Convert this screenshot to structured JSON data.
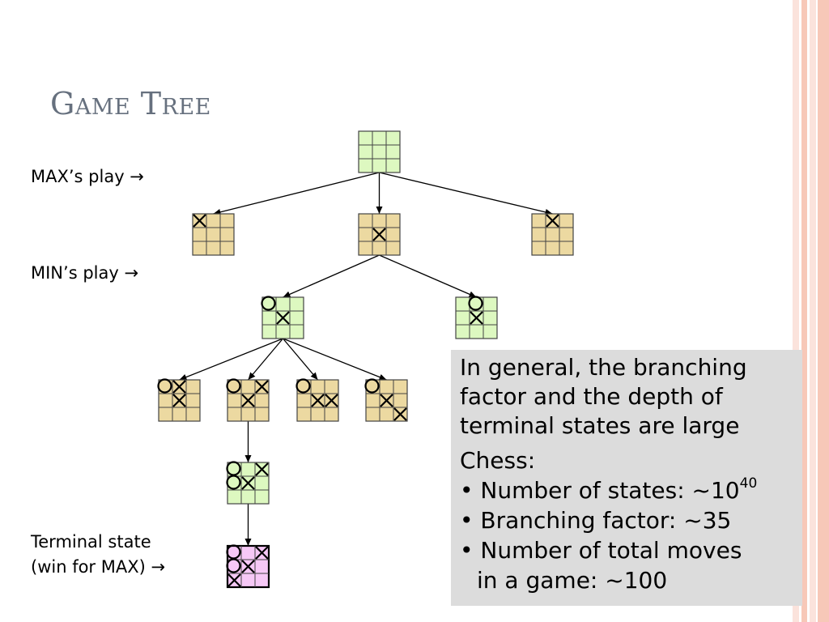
{
  "slide": {
    "title": "Game Tree"
  },
  "labels": {
    "max_play": "MAX’s play →",
    "min_play": "MIN’s play →",
    "terminal_line1": "Terminal state",
    "terminal_line2": "(win for MAX) →"
  },
  "info": {
    "para1_line1": "In general, the branching",
    "para1_line2": "factor and the depth of",
    "para1_line3": "terminal states are large",
    "chess_heading": "Chess:",
    "states_prefix": "• Number of states: ~10",
    "states_exponent": "40",
    "branching": "• Branching factor: ~35",
    "moves_line1": "• Number of total moves",
    "moves_line2": "in a game: ~100"
  },
  "colors": {
    "max_board_fill": "#ddf8c0",
    "min_board_fill": "#ecd9a1",
    "terminal_board_fill": "#f6c8f6",
    "board_line": "#444444",
    "title_color": "#66707e",
    "info_box_bg": "#dcdcdc",
    "stripe_light": "#fbe3dc",
    "stripe_mid": "#f7c8b8"
  },
  "boards": [
    {
      "id": "root",
      "fill": "max",
      "cells": [
        "",
        "",
        "",
        "",
        "",
        "",
        "",
        "",
        ""
      ]
    },
    {
      "id": "l1-left",
      "fill": "min",
      "cells": [
        "X",
        "",
        "",
        "",
        "",
        "",
        "",
        "",
        ""
      ]
    },
    {
      "id": "l1-center",
      "fill": "min",
      "cells": [
        "",
        "",
        "",
        "",
        "X",
        "",
        "",
        "",
        ""
      ]
    },
    {
      "id": "l1-right",
      "fill": "min",
      "cells": [
        "",
        "X",
        "",
        "",
        "",
        "",
        "",
        "",
        ""
      ]
    },
    {
      "id": "l2-left",
      "fill": "max",
      "cells": [
        "O",
        "",
        "",
        "",
        "X",
        "",
        "",
        "",
        ""
      ]
    },
    {
      "id": "l2-right",
      "fill": "max",
      "cells": [
        "",
        "O",
        "",
        "",
        "X",
        "",
        "",
        "",
        ""
      ]
    },
    {
      "id": "l3-a",
      "fill": "min",
      "cells": [
        "O",
        "X",
        "",
        "",
        "X",
        "",
        "",
        "",
        ""
      ]
    },
    {
      "id": "l3-b",
      "fill": "min",
      "cells": [
        "O",
        "",
        "X",
        "",
        "X",
        "",
        "",
        "",
        ""
      ]
    },
    {
      "id": "l3-c",
      "fill": "min",
      "cells": [
        "O",
        "",
        "",
        "",
        "X",
        "X",
        "",
        "",
        ""
      ]
    },
    {
      "id": "l3-d",
      "fill": "min",
      "cells": [
        "O",
        "",
        "",
        "",
        "X",
        "",
        "",
        "",
        "X"
      ]
    },
    {
      "id": "l4",
      "fill": "max",
      "cells": [
        "O",
        "",
        "X",
        "O",
        "X",
        "",
        "",
        "",
        ""
      ]
    },
    {
      "id": "terminal",
      "fill": "terminal",
      "cells": [
        "O",
        "",
        "X",
        "O",
        "X",
        "",
        "X",
        "",
        ""
      ]
    }
  ],
  "edges": [
    {
      "from": "root",
      "to": "l1-left"
    },
    {
      "from": "root",
      "to": "l1-center"
    },
    {
      "from": "root",
      "to": "l1-right"
    },
    {
      "from": "l1-center",
      "to": "l2-left"
    },
    {
      "from": "l1-center",
      "to": "l2-right"
    },
    {
      "from": "l2-left",
      "to": "l3-a"
    },
    {
      "from": "l2-left",
      "to": "l3-b"
    },
    {
      "from": "l2-left",
      "to": "l3-c"
    },
    {
      "from": "l2-left",
      "to": "l3-d"
    },
    {
      "from": "l3-b",
      "to": "l4"
    },
    {
      "from": "l4",
      "to": "terminal"
    }
  ]
}
